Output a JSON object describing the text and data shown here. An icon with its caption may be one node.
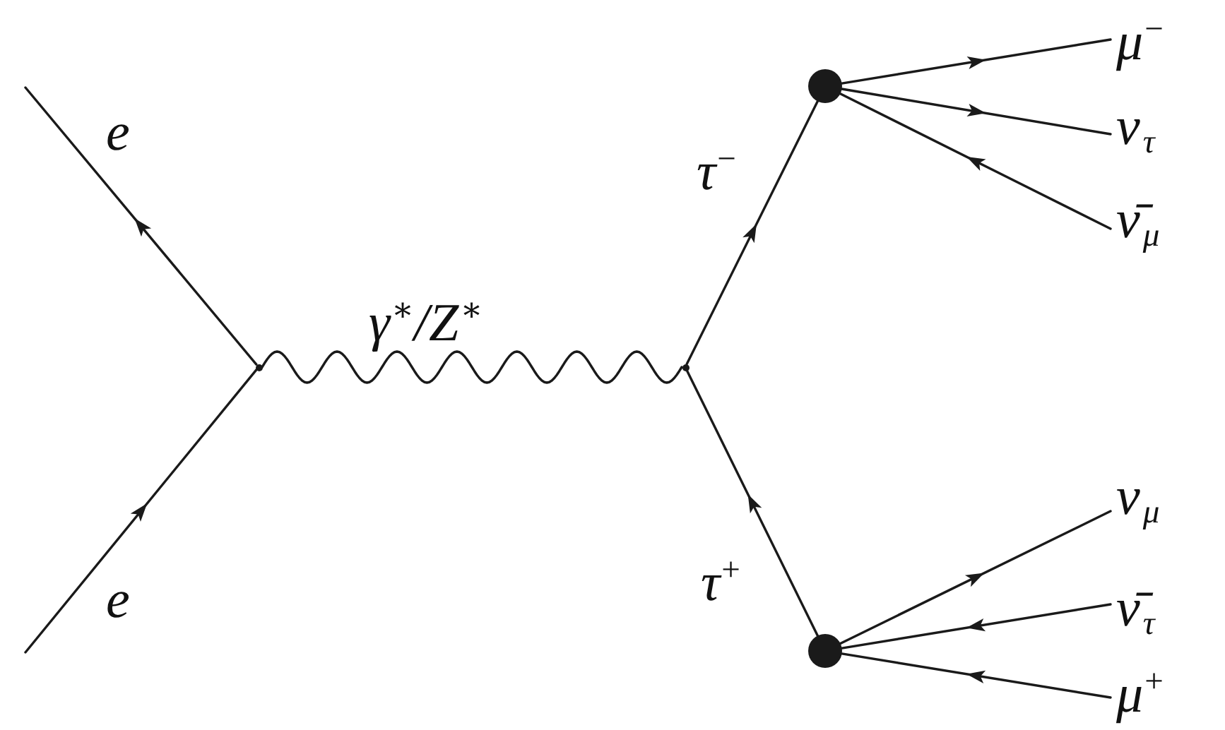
{
  "diagram": {
    "nodes": [
      {
        "text": [],
        "shape": "point"
      },
      {
        "text": [],
        "shape": "point"
      },
      {
        "text": [],
        "shape": "circle"
      },
      {
        "text": [
          "μ$^{−}$"
        ]
      },
      {
        "text": [
          "ν$_{τ}$"
        ]
      },
      {
        "text": [
          "ν̄$_{μ}$"
        ]
      },
      {
        "text": [],
        "shape": "circle"
      },
      {
        "text": [
          "ν$_{μ}$"
        ]
      },
      {
        "text": [
          "ν̄$_{τ}$"
        ]
      },
      {
        "text": [
          "μ$^{+}$"
        ]
      }
    ],
    "edges": [
      {
        "from": 0,
        "to": null,
        "arrow": "to",
        "label": "e"
      },
      {
        "from": null,
        "to": 0,
        "arrow": "to",
        "label": "e"
      },
      {
        "from": 0,
        "to": 1,
        "arrow": "none",
        "label": "γ$^{∗}$/Z$^{∗}$"
      },
      {
        "from": 1,
        "to": 2,
        "arrow": "to",
        "label": "τ$^{−}$"
      },
      {
        "from": 6,
        "to": 1,
        "arrow": "to",
        "label": "τ$^{+}$"
      },
      {
        "from": 2,
        "to": 3,
        "arrow": "to"
      },
      {
        "from": 2,
        "to": 4,
        "arrow": "to"
      },
      {
        "from": 5,
        "to": 2,
        "arrow": "to"
      },
      {
        "from": 6,
        "to": 7,
        "arrow": "to"
      },
      {
        "from": 8,
        "to": 6,
        "arrow": "to"
      },
      {
        "from": 9,
        "to": 6,
        "arrow": "to"
      }
    ]
  }
}
